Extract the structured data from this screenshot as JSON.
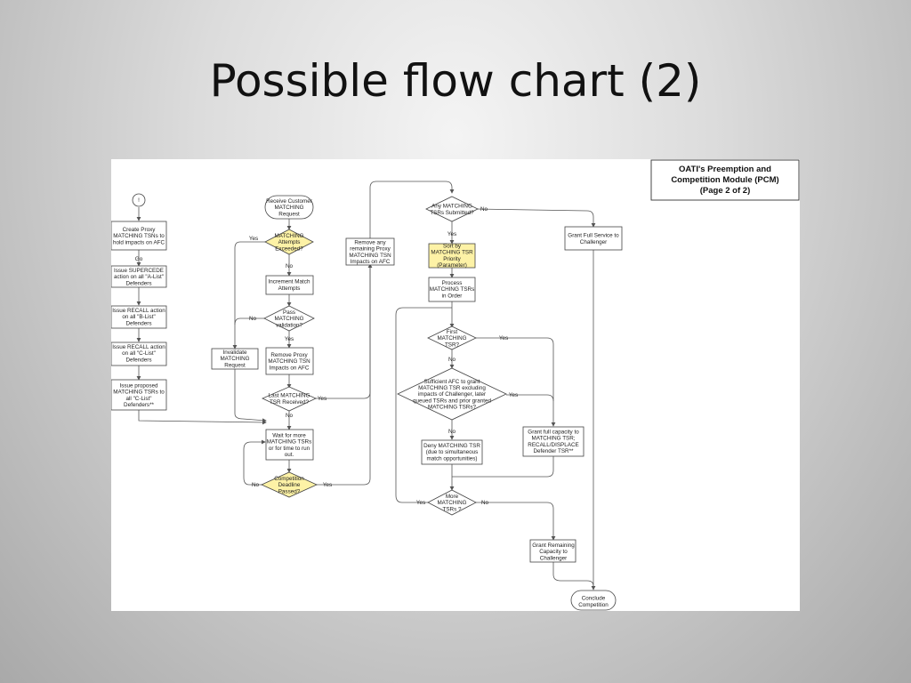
{
  "slide": {
    "title": "Possible flow chart (2)"
  },
  "title_box": {
    "lines": [
      "OATI's Preemption and",
      "Competition Module (PCM)",
      "(Page 2 of 2)"
    ]
  },
  "nodes": {
    "connector": [
      "!"
    ],
    "create_proxy": [
      "Create Proxy",
      "MATCHING TSNs to",
      "hold impacts on AFC"
    ],
    "supercede": [
      "Issue SUPERCEDE",
      "action on all \"A-List\"",
      "Defenders"
    ],
    "recall_b": [
      "Issue RECALL action",
      "on all \"B-List\"",
      "Defenders"
    ],
    "recall_c": [
      "Issue RECALL action",
      "on all \"C-List\"",
      "Defenders"
    ],
    "proposed": [
      "Issue proposed",
      "MATCHING TSRs to",
      "all \"C-List\"",
      "Defenders**"
    ],
    "receive": [
      "Receive Customer",
      "MATCHING",
      "Request"
    ],
    "attempts": [
      "MATCHING",
      "Attempts",
      "Exceeded?"
    ],
    "increment": [
      "Increment Match",
      "Attempts"
    ],
    "pass_valid": [
      "Pass",
      "MATCHING",
      "validation?"
    ],
    "invalidate": [
      "Invalidate",
      "MATCHING",
      "Request"
    ],
    "remove_impacts": [
      "Remove Proxy",
      "MATCHING TSN",
      "Impacts on AFC"
    ],
    "last_received": [
      "Last MATCHING",
      "TSR Received?"
    ],
    "wait": [
      "Wait for more",
      "MATCHING TSRs",
      "or for time to run",
      "out."
    ],
    "deadline": [
      "Competition",
      "Deadline",
      "Passed?"
    ],
    "remove_remaining": [
      "Remove any",
      "remaining Proxy",
      "MATCHING TSN",
      "Impacts on AFC"
    ],
    "any_submitted": [
      "Any MATCHING",
      "TSRs Submitted?"
    ],
    "sort": [
      "Sort by",
      "MATCHING TSR",
      "Priority",
      "(Parameter)"
    ],
    "process": [
      "Process",
      "MATCHING TSRs",
      "in Order"
    ],
    "first": [
      "First",
      "MATCHING",
      "TSR?"
    ],
    "sufficient": [
      "Sufficient AFC to grant",
      "MATCHING TSR excluding",
      "impacts of Challenger, later",
      "queued TSRs and prior granted",
      "MATCHING TSRs?"
    ],
    "deny": [
      "Deny MATCHING TSR",
      "(due to simultaneous",
      "match opportunities)"
    ],
    "grant_full_capacity": [
      "Grant full capacity to",
      "MATCHING TSR;",
      "RECALL/DISPLACE",
      "Defender TSR**"
    ],
    "more": [
      "More",
      "MATCHING",
      "TSRs ?"
    ],
    "grant_full_service": [
      "Grant Full Service to",
      "Challenger"
    ],
    "grant_remaining": [
      "Grant Remaining",
      "Capacity to",
      "Challenger"
    ],
    "conclude": [
      "Conclude",
      "Competition"
    ]
  },
  "edge_labels": {
    "go": "Go",
    "yes": "Yes",
    "no": "No"
  },
  "colors": {
    "highlight": "#fdf2a6",
    "line": "#555555",
    "panel": "#ffffff"
  }
}
